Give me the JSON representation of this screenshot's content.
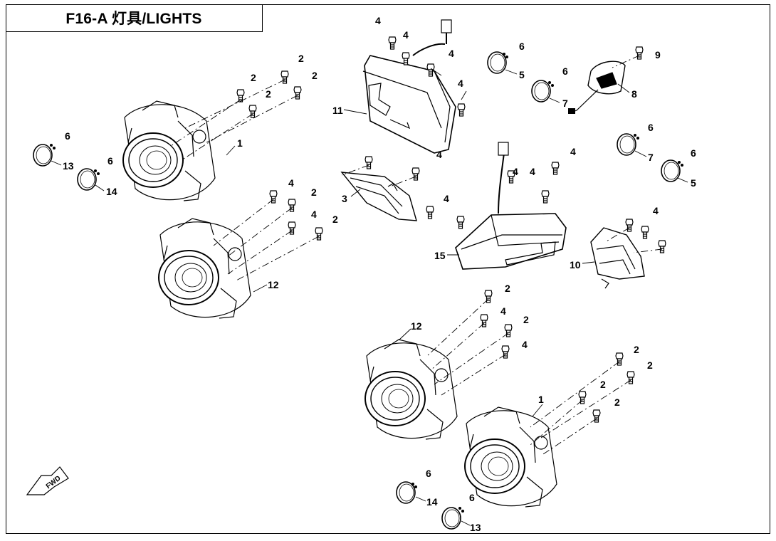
{
  "header": {
    "title": "F16-A  灯具/LIGHTS"
  },
  "fwd_label": "FWD",
  "callouts": [
    {
      "id": "c1",
      "text": "4"
    },
    {
      "id": "c2",
      "text": "4"
    },
    {
      "id": "c3",
      "text": "4"
    },
    {
      "id": "c4",
      "text": "4"
    },
    {
      "id": "c5",
      "text": "11"
    },
    {
      "id": "c6",
      "text": "6"
    },
    {
      "id": "c7",
      "text": "5"
    },
    {
      "id": "c8",
      "text": "6"
    },
    {
      "id": "c9",
      "text": "7"
    },
    {
      "id": "c10",
      "text": "9"
    },
    {
      "id": "c11",
      "text": "8"
    },
    {
      "id": "c12",
      "text": "2"
    },
    {
      "id": "c13",
      "text": "2"
    },
    {
      "id": "c14",
      "text": "2"
    },
    {
      "id": "c15",
      "text": "2"
    },
    {
      "id": "c16",
      "text": "1"
    },
    {
      "id": "c17",
      "text": "6"
    },
    {
      "id": "c18",
      "text": "13"
    },
    {
      "id": "c19",
      "text": "6"
    },
    {
      "id": "c20",
      "text": "14"
    },
    {
      "id": "c21",
      "text": "4"
    },
    {
      "id": "c22",
      "text": "3"
    },
    {
      "id": "c23",
      "text": "6"
    },
    {
      "id": "c24",
      "text": "7"
    },
    {
      "id": "c25",
      "text": "6"
    },
    {
      "id": "c26",
      "text": "5"
    },
    {
      "id": "c27",
      "text": "4"
    },
    {
      "id": "c28",
      "text": "4"
    },
    {
      "id": "c29",
      "text": "4"
    },
    {
      "id": "c30",
      "text": "4"
    },
    {
      "id": "c31",
      "text": "15"
    },
    {
      "id": "c32",
      "text": "4"
    },
    {
      "id": "c33",
      "text": "10"
    },
    {
      "id": "c34",
      "text": "4"
    },
    {
      "id": "c35",
      "text": "2"
    },
    {
      "id": "c36",
      "text": "4"
    },
    {
      "id": "c37",
      "text": "2"
    },
    {
      "id": "c38",
      "text": "12"
    },
    {
      "id": "c39",
      "text": "2"
    },
    {
      "id": "c40",
      "text": "4"
    },
    {
      "id": "c41",
      "text": "2"
    },
    {
      "id": "c42",
      "text": "4"
    },
    {
      "id": "c43",
      "text": "12"
    },
    {
      "id": "c44",
      "text": "2"
    },
    {
      "id": "c45",
      "text": "2"
    },
    {
      "id": "c46",
      "text": "2"
    },
    {
      "id": "c47",
      "text": "2"
    },
    {
      "id": "c48",
      "text": "1"
    },
    {
      "id": "c49",
      "text": "6"
    },
    {
      "id": "c50",
      "text": "14"
    },
    {
      "id": "c51",
      "text": "6"
    },
    {
      "id": "c52",
      "text": "13"
    }
  ]
}
